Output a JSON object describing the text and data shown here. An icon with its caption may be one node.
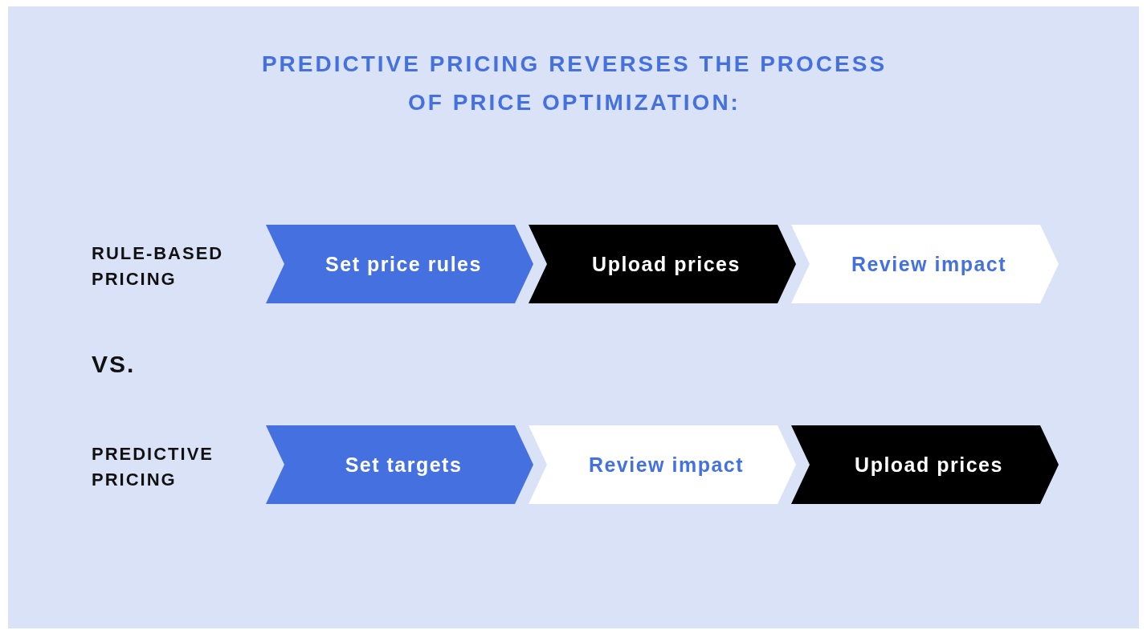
{
  "diagram": {
    "title": "PREDICTIVE PRICING REVERSES THE PROCESS OF PRICE OPTIMIZATION:",
    "nodes": [
      {
        "text": [
          "Set price rules"
        ]
      },
      {
        "text": [
          "Upload prices"
        ]
      },
      {
        "text": [
          "Review impact"
        ]
      },
      {
        "text": [
          "Set targets"
        ]
      },
      {
        "text": [
          "Review impact"
        ]
      },
      {
        "text": [
          "Upload prices"
        ]
      }
    ],
    "labels": [
      "RULE-BASED PRICING",
      "VS.",
      "PREDICTIVE PRICING"
    ]
  }
}
